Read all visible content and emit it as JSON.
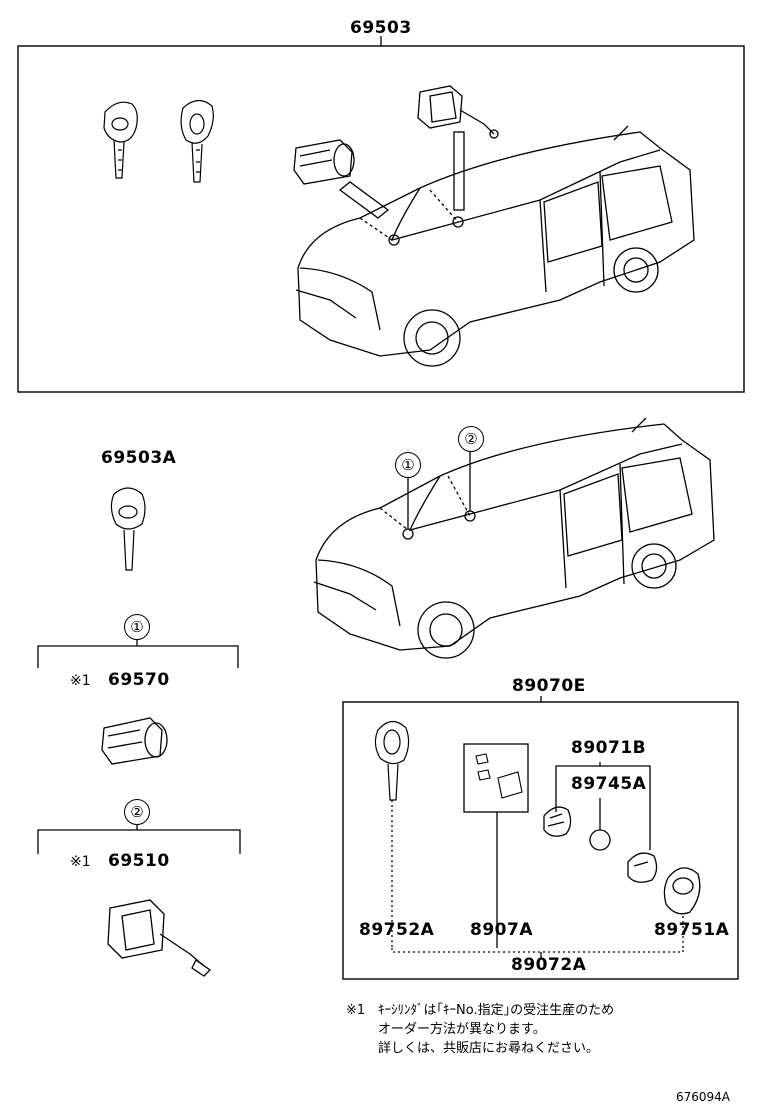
{
  "parts": {
    "kit_top": "69503",
    "key_single": "69503A",
    "door_cylinder": "69570",
    "ignition_cylinder": "69510",
    "transmitter_assy": "89070E",
    "case_sub": "89071B",
    "battery": "89745A",
    "key_blank": "89752A",
    "board": "8907A",
    "case_a": "89751A",
    "transmitter_sub": "89072A"
  },
  "callouts": {
    "one": "①",
    "two": "②",
    "ref_mark": "※1"
  },
  "note": {
    "mark": "※1",
    "line1": "ｷｰｼﾘﾝﾀﾞは｢ｷｰNo.指定｣の受注生産のため",
    "line2": "オーダー方法が異なります。",
    "line3": "詳しくは、共販店にお尋ねください。"
  },
  "figure_code": "676094A",
  "icons": [
    "key-icon",
    "transponder-key-icon",
    "lock-cylinder-icon",
    "ignition-switch-icon",
    "vehicle-icon",
    "remote-transmitter-icon",
    "battery-cell-icon"
  ]
}
